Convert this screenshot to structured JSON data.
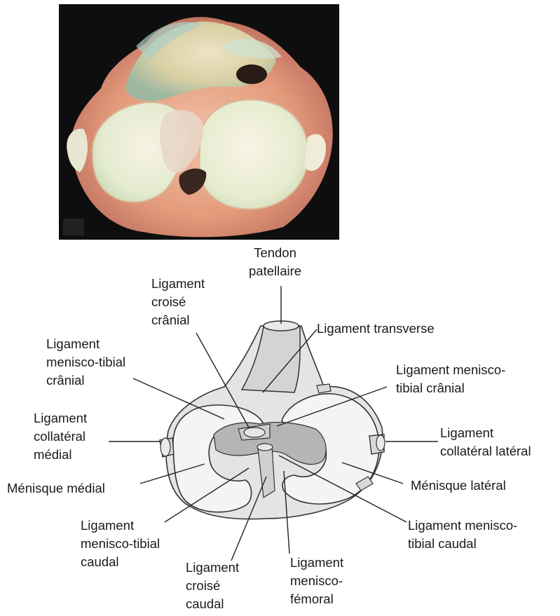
{
  "labels": {
    "tendon_patellaire": [
      "Tendon",
      "patellaire"
    ],
    "ligament_croise_cranial": [
      "Ligament",
      "croisé",
      "crânial"
    ],
    "ligament_transverse": [
      "Ligament transverse"
    ],
    "ligament_menisco_tibial_cranial_left": [
      "Ligament",
      "menisco-tibial",
      "crânial"
    ],
    "ligament_menisco_tibial_cranial_right": [
      "Ligament menisco-",
      "tibial crânial"
    ],
    "ligament_collateral_medial": [
      "Ligament",
      "collatéral",
      "médial"
    ],
    "ligament_collateral_lateral": [
      "Ligament",
      "collatéral latéral"
    ],
    "menisque_medial": [
      "Ménisque médial"
    ],
    "menisque_lateral": [
      "Ménisque latéral"
    ],
    "ligament_menisco_tibial_caudal_left": [
      "Ligament",
      "menisco-tibial",
      "caudal"
    ],
    "ligament_menisco_tibial_caudal_right": [
      "Ligament menisco-",
      "tibial caudal"
    ],
    "ligament_croise_caudal": [
      "Ligament",
      "croisé",
      "caudal"
    ],
    "ligament_menisco_femoral": [
      "Ligament",
      "menisco-",
      "fémoral"
    ]
  }
}
